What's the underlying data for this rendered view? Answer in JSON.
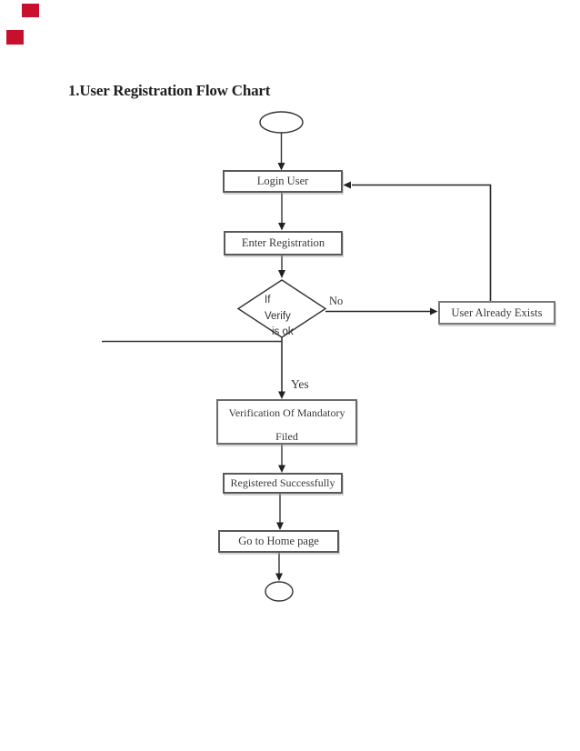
{
  "page": {
    "title": "1.User Registration Flow Chart",
    "background": "#ffffff",
    "ink_color": "#333333",
    "red_marker_color": "#c8102e"
  },
  "flowchart": {
    "nodes": {
      "start": {
        "type": "ellipse",
        "label": ""
      },
      "login": {
        "type": "process",
        "label": "Login User"
      },
      "enter": {
        "type": "process",
        "label": "Enter Registration"
      },
      "decision": {
        "type": "decision",
        "line1": "If",
        "line2": "Verify",
        "line3": "is ok"
      },
      "exists": {
        "type": "process",
        "label": "User Already Exists"
      },
      "verification": {
        "type": "process",
        "line1": "Verification Of Mandatory",
        "line2": "Filed"
      },
      "registered": {
        "type": "process",
        "label": "Registered Successfully"
      },
      "home": {
        "type": "process",
        "label": "Go to Home page"
      },
      "end": {
        "type": "ellipse",
        "label": ""
      }
    },
    "edges": [
      {
        "from": "start",
        "to": "login",
        "label": ""
      },
      {
        "from": "login",
        "to": "enter",
        "label": ""
      },
      {
        "from": "enter",
        "to": "decision",
        "label": ""
      },
      {
        "from": "decision",
        "to": "exists",
        "label": "No"
      },
      {
        "from": "exists",
        "to": "login",
        "label": ""
      },
      {
        "from": "decision",
        "to": "verification",
        "label": "Yes"
      },
      {
        "from": "verification",
        "to": "registered",
        "label": ""
      },
      {
        "from": "registered",
        "to": "home",
        "label": ""
      },
      {
        "from": "home",
        "to": "end",
        "label": ""
      }
    ]
  }
}
